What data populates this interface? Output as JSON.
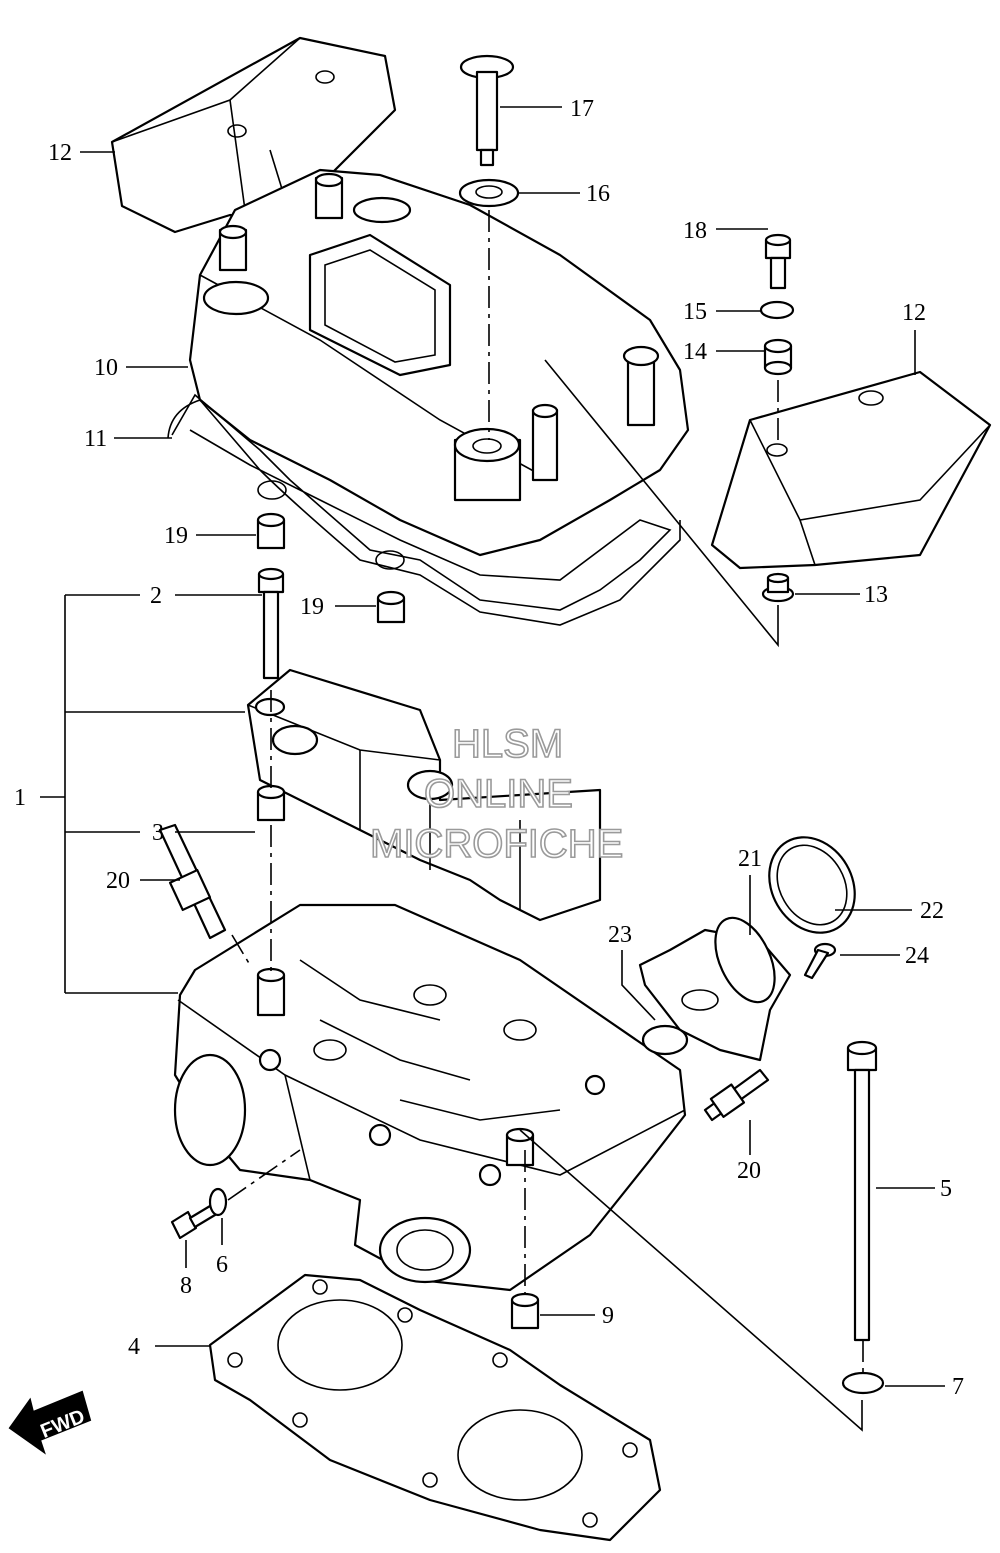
{
  "callouts": {
    "c1": "1",
    "c2": "2",
    "c3": "3",
    "c4": "4",
    "c5": "5",
    "c6": "6",
    "c7": "7",
    "c8": "8",
    "c9": "9",
    "c10": "10",
    "c11": "11",
    "c12a": "12",
    "c12b": "12",
    "c13": "13",
    "c14": "14",
    "c15": "15",
    "c16": "16",
    "c17": "17",
    "c18": "18",
    "c19a": "19",
    "c19b": "19",
    "c20a": "20",
    "c20b": "20",
    "c21": "21",
    "c22": "22",
    "c23": "23",
    "c24": "24"
  },
  "watermark": {
    "line1": "HLSM",
    "line2": "ONLINE",
    "line3": "MICROFICHE"
  },
  "fwd_label": "FWD",
  "colors": {
    "ink": "#000000",
    "paper": "#ffffff",
    "watermark": "#9a9a9a"
  }
}
